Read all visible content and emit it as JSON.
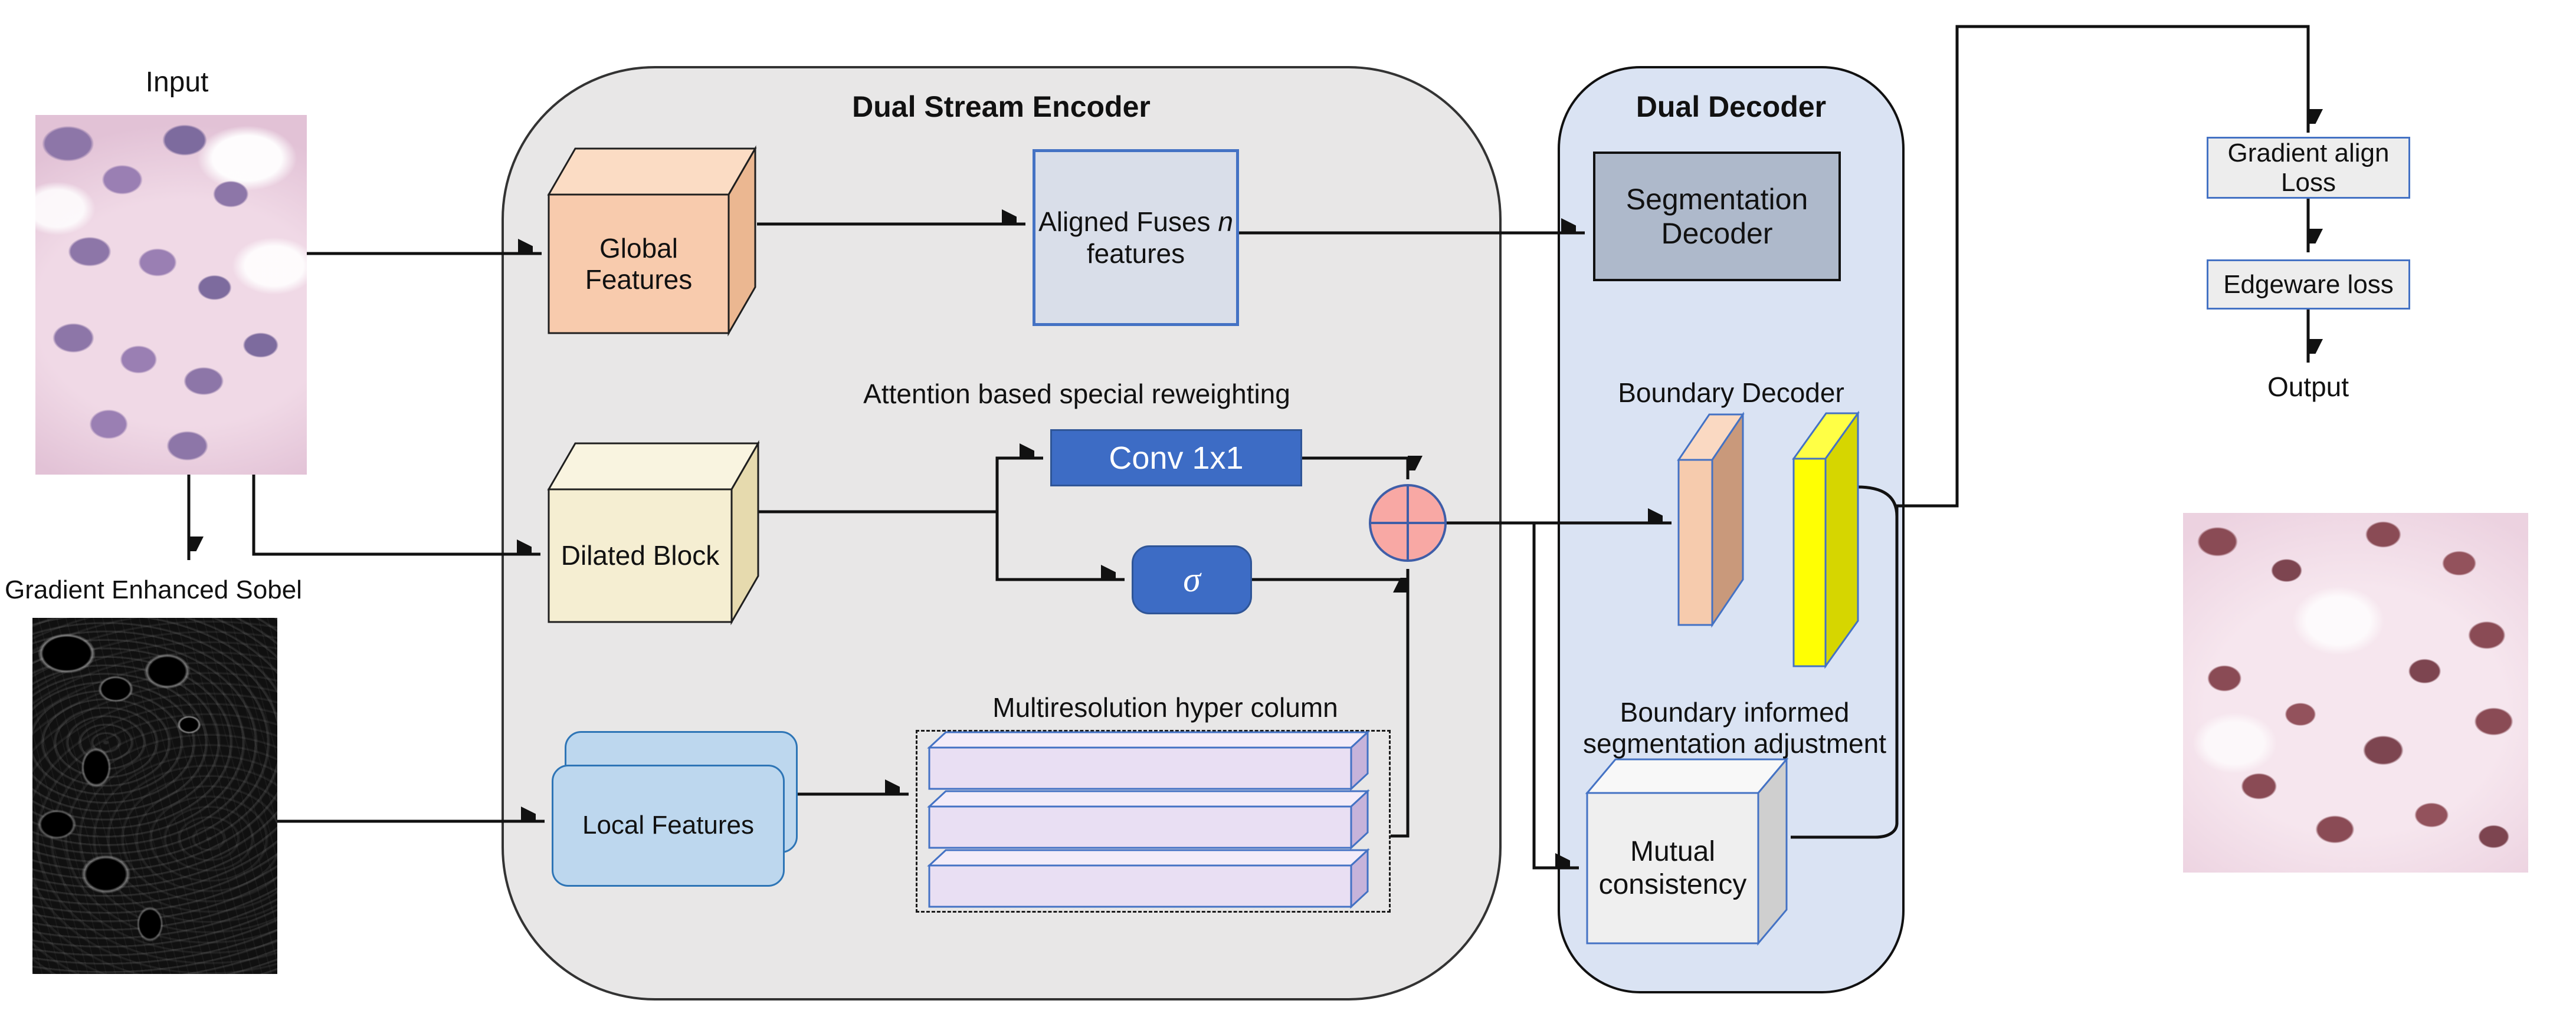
{
  "figure": {
    "type": "neural-network-architecture-diagram",
    "left_column": {
      "input_label": "Input",
      "sobel_label": "Gradient Enhanced Sobel"
    },
    "encoder": {
      "title": "Dual Stream Encoder",
      "global_features_label": "Global Features",
      "aligned_box_line1_prefix": "Aligned Fuses ",
      "aligned_box_line1_italic": "n",
      "aligned_box_line2": "features",
      "attention_caption": "Attention based special reweighting",
      "dilated_block_label": "Dilated Block",
      "conv_label": "Conv 1x1",
      "sigma_label": "σ",
      "multiresolution_caption": "Multiresolution hyper column",
      "local_features_label": "Local Features"
    },
    "decoder": {
      "title": "Dual Decoder",
      "segmentation_line1": "Segmentation",
      "segmentation_line2": "Decoder",
      "boundary_caption": "Boundary Decoder",
      "boundary_informed_line1": "Boundary informed",
      "boundary_informed_line2": "segmentation adjustment",
      "mutual_line1": "Mutual",
      "mutual_line2": "consistency"
    },
    "right_column": {
      "gradient_loss_line1": "Gradient align",
      "gradient_loss_line2": "Loss",
      "edgeware_loss_label": "Edgeware loss",
      "output_label": "Output"
    },
    "colors": {
      "encoder_bg": "#E8E7E7",
      "decoder_bg": "#DAE3F3",
      "accent_blue_border": "#4472C4",
      "conv_sigma_blue": "#3D6CC5",
      "global_features_peach": "#F8CBAD",
      "dilated_cream": "#F5EED2",
      "local_features_blue": "#BDD7EE",
      "hypercolumn_lavender": "#E9DFF3",
      "boundary_yellow": "#FFFF03",
      "plus_operator_pink": "#F8A8A4",
      "segmentation_gray": "#AEB9CB",
      "loss_box_gray": "#EDEDED",
      "line_color": "#111111"
    }
  }
}
